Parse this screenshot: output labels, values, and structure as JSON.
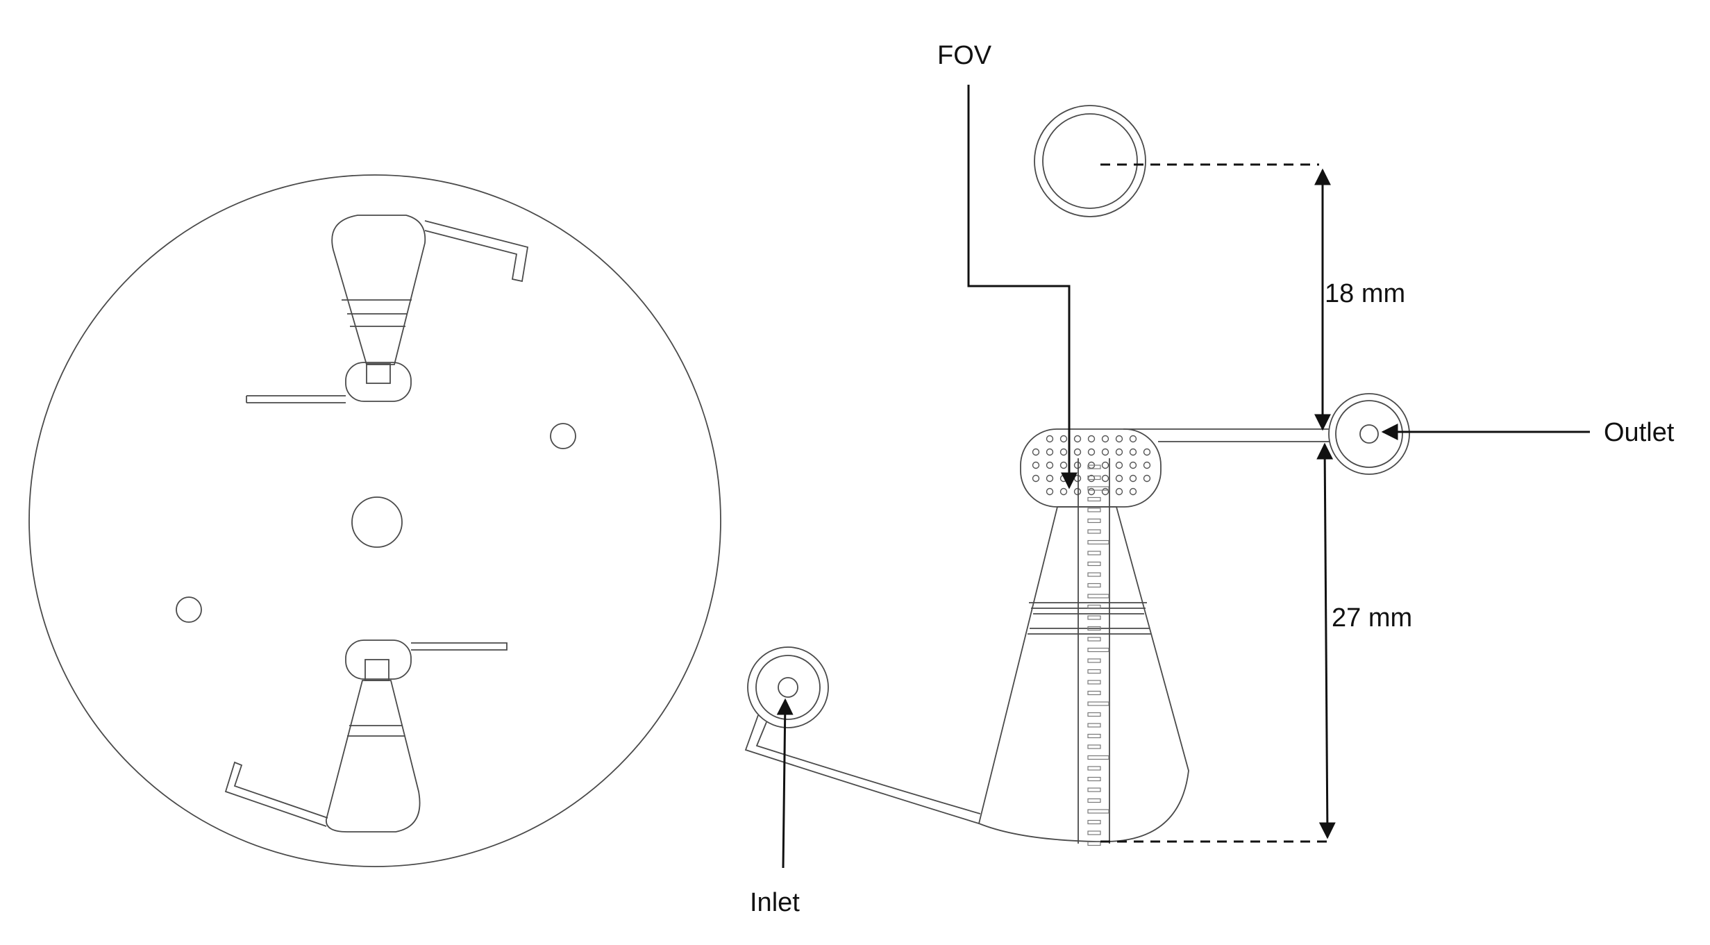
{
  "labels": {
    "fov": "FOV",
    "outlet": "Outlet",
    "inlet": "Inlet",
    "dim_upper": "18 mm",
    "dim_lower": "27 mm"
  },
  "colors": {
    "line": "#4a4a4a",
    "arrow": "#111111",
    "background": "#ffffff"
  }
}
